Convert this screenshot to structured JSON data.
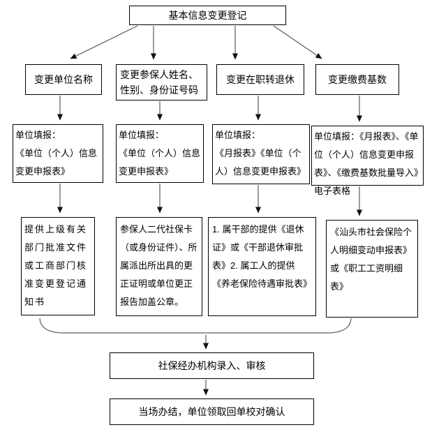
{
  "diagram": {
    "root": "基本信息变更登记",
    "branches": [
      {
        "reason": "变更单位名称",
        "form": "单位填报：\n《单位（个人）信息变更申报表》",
        "materials": "提供上级有关部门批准文件或工商部门核准变更登记通知书"
      },
      {
        "reason": "变更参保人姓名、\n性别、身份证号码",
        "form": "单位填报：\n《单位（个人）信息变更申报表》",
        "materials": "参保人二代社保卡（或身份证件）、所属派出所出具的更正证明或单位更正报告加盖公章。"
      },
      {
        "reason": "变更在职转退休",
        "form": "单位填报：\n《月报表》《单位（个人）信息变更申报表》",
        "materials": "1. 属干部的提供《退休证》或《干部退休审批表》2. 属工人的提供《养老保险待遇审批表》"
      },
      {
        "reason": "变更缴费基数",
        "form": "单位填报：《月报表》、《单位（个人）信息变更申报表》、《缴费基数批量导入》电子表格",
        "materials": "《汕头市社会保险个人明细变动申报表》或《职工工资明细表》"
      }
    ],
    "final_steps": [
      "社保经办机构录入、审核",
      "当场办结，单位领取回单校对确认"
    ]
  },
  "colors": {
    "box_border": "#000000",
    "arrow_line": "#595959",
    "arrow_head": "#111111",
    "background": "#ffffff"
  }
}
